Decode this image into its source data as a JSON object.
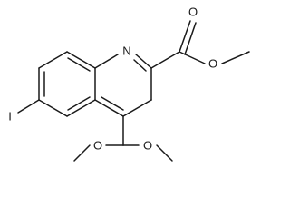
{
  "molecule": {
    "labels": {
      "ring_nitrogen": "N",
      "carbonyl_oxygen": "O",
      "ester_oxygen": "O",
      "iodine": "I",
      "acetal_oxygen_left": "O",
      "acetal_oxygen_right": "O"
    }
  }
}
